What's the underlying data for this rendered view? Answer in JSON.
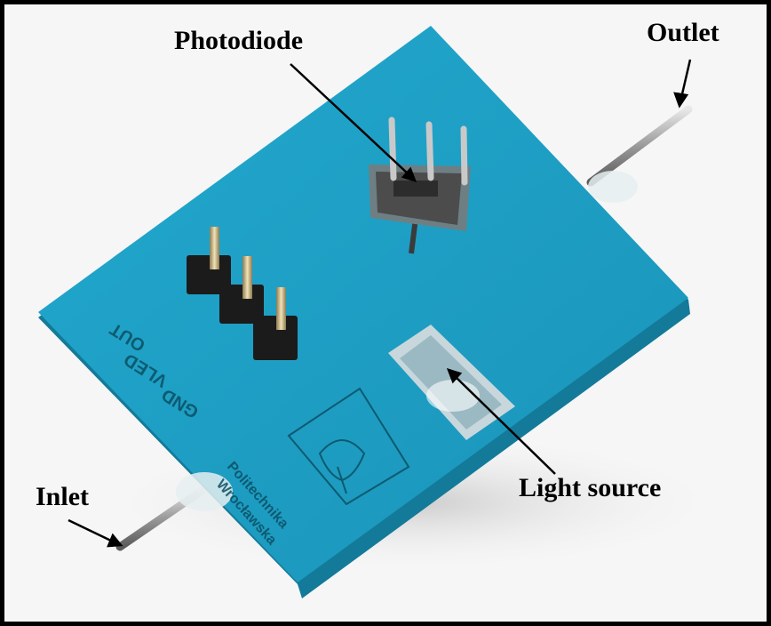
{
  "labels": {
    "photodiode": "Photodiode",
    "outlet": "Outlet",
    "inlet": "Inlet",
    "light_source": "Light source"
  },
  "board_markings": {
    "pin_out": "OUT",
    "pin_vled": "VLED",
    "pin_gnd": "GND",
    "university_line1": "Politechnika",
    "university_line2": "Wrocławska"
  },
  "colors": {
    "board": "#1e9fc4",
    "board_edge": "#137a99",
    "background": "#f6f6f6",
    "frame": "#000000"
  }
}
